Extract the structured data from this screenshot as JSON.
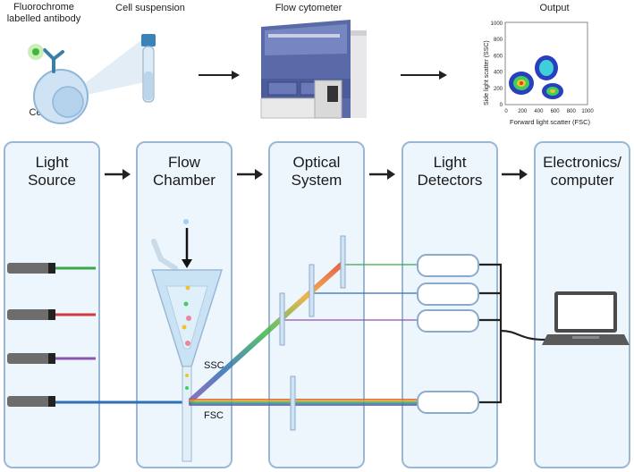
{
  "top": {
    "antibody_label": "Fluorochrome\nlabelled antibody",
    "suspension_label": "Cell suspension",
    "cytometer_label": "Flow cytometer",
    "output_label": "Output",
    "cell_label": "Cell"
  },
  "plot": {
    "ylabel": "Side light scatter (SSC)",
    "xlabel": "Forward light scatter (FSC)",
    "yticks": [
      "0",
      "200",
      "400",
      "600",
      "800",
      "1000"
    ],
    "xticks": [
      "0",
      "200",
      "400",
      "600",
      "800",
      "1000"
    ]
  },
  "panels": [
    {
      "title": "Light\nSource"
    },
    {
      "title": "Flow\nChamber"
    },
    {
      "title": "Optical\nSystem"
    },
    {
      "title": "Light\nDetectors"
    },
    {
      "title": "Electronics/\ncomputer"
    }
  ],
  "scatter": {
    "ssc": "SSC",
    "fsc": "FSC"
  },
  "colors": {
    "green": "#3aa84a",
    "red": "#d23a3a",
    "purple": "#8a55b0",
    "blue": "#2f6fb6",
    "panel": "#eef6fd",
    "border": "#9ab8d6"
  }
}
